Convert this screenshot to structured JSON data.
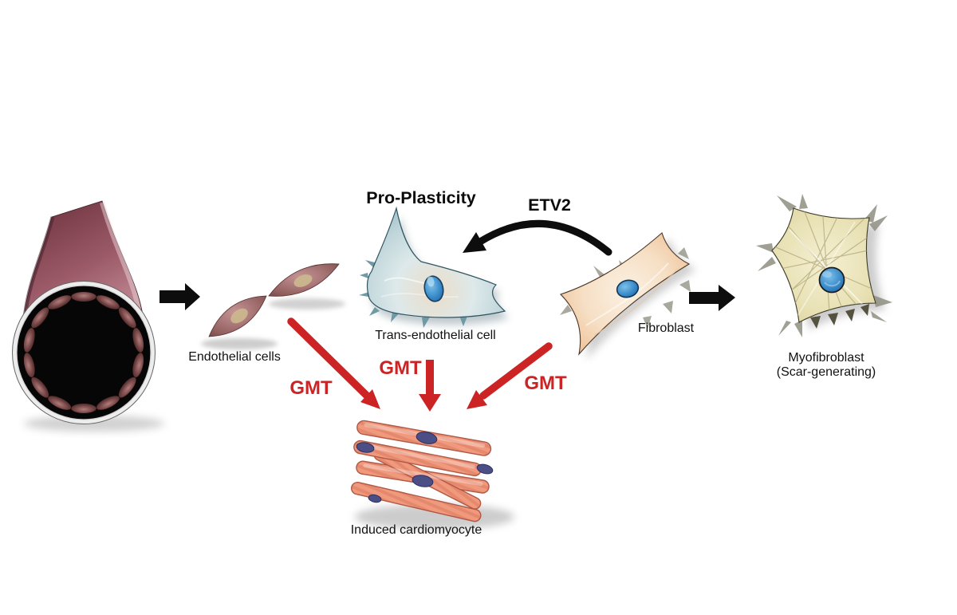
{
  "annotations": {
    "pro_plasticity": "Pro-Plasticity",
    "etv2": "ETV2",
    "gmt_left": "GMT",
    "gmt_middle": "GMT",
    "gmt_right": "GMT"
  },
  "cell_labels": {
    "endothelial": "Endothelial cells",
    "trans_endothelial": "Trans-endothelial cell",
    "fibroblast": "Fibroblast",
    "myofibroblast": "Myofibroblast",
    "myofibroblast_note": "(Scar-generating)",
    "induced_cardiomyocyte": "Induced cardiomyocyte"
  },
  "colors": {
    "gmt_red": "#cc2424",
    "arrow_black": "#0d0d0d",
    "label_black": "#111111",
    "vessel_pink": "#b5707e",
    "endothelial_mauve": "#a06a6a",
    "trans_endothelial_teal": "#d9e6e8",
    "fibroblast_peach": "#f2d3b3",
    "myofibroblast_yellow": "#e7dfae",
    "cardiomyocyte_salmon": "#f0977c",
    "nucleus_blue": "#4a82c6",
    "nucleus_purple": "#4b4f86"
  }
}
